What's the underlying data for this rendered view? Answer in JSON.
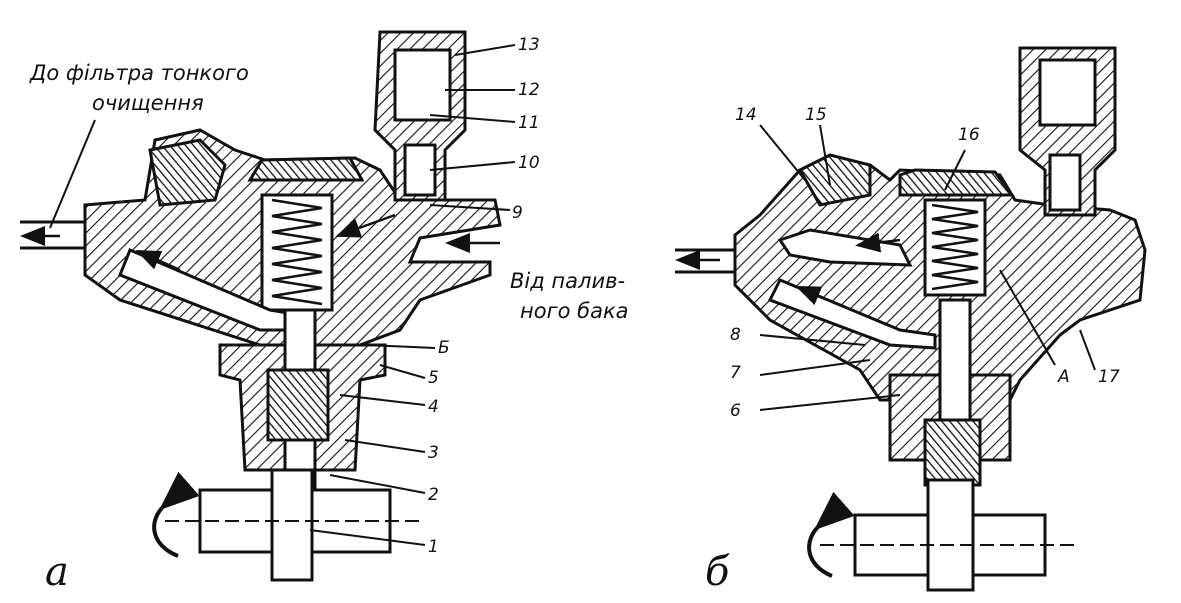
{
  "annotations": {
    "to_fine_filter_line1": "До фільтра тонкого",
    "to_fine_filter_line2": "очищення",
    "from_tank_line1": "Від палив-",
    "from_tank_line2": "ного бака"
  },
  "panels": {
    "left": "а",
    "right": "б"
  },
  "labels_a": [
    "13",
    "12",
    "11",
    "10",
    "9",
    "Б",
    "5",
    "4",
    "3",
    "2",
    "1"
  ],
  "labels_b": [
    "14",
    "15",
    "16",
    "8",
    "7",
    "6",
    "А",
    "17"
  ]
}
